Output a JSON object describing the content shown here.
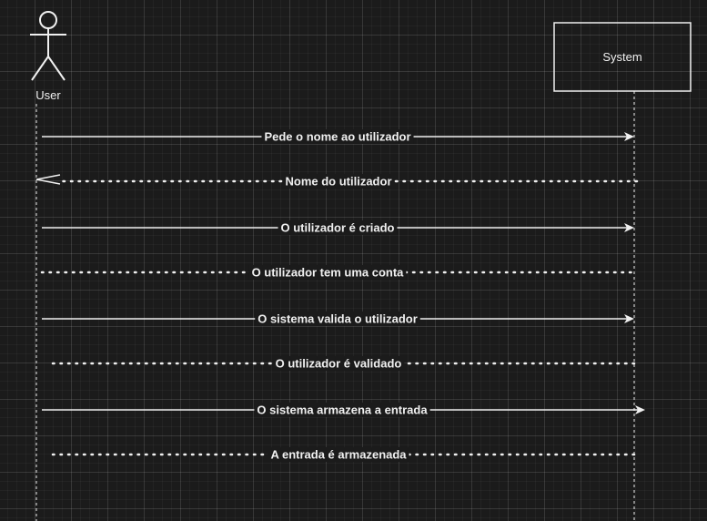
{
  "participants": {
    "user": {
      "label": "User",
      "kind": "actor"
    },
    "system": {
      "label": "System",
      "kind": "box"
    }
  },
  "messages": [
    {
      "label": "Pede o nome ao utilizador",
      "from": "user",
      "to": "system",
      "style": "solid",
      "arrowhead": "filled"
    },
    {
      "label": "Nome do utilizador",
      "from": "system",
      "to": "user",
      "style": "dotted",
      "arrowhead": "open"
    },
    {
      "label": "O utilizador é criado",
      "from": "user",
      "to": "system",
      "style": "solid",
      "arrowhead": "filled"
    },
    {
      "label": "O utilizador tem uma conta",
      "from": "user",
      "to": "system",
      "style": "dotted",
      "arrowhead": "none"
    },
    {
      "label": "O sistema valida o utilizador",
      "from": "user",
      "to": "system",
      "style": "solid",
      "arrowhead": "filled"
    },
    {
      "label": "O utilizador é validado",
      "from": "user",
      "to": "system",
      "style": "dotted",
      "arrowhead": "none"
    },
    {
      "label": "O sistema armazena a entrada",
      "from": "user",
      "to": "system",
      "style": "solid",
      "arrowhead": "filled"
    },
    {
      "label": "A entrada é armazenada",
      "from": "user",
      "to": "system",
      "style": "dotted",
      "arrowhead": "none"
    }
  ],
  "colors": {
    "background": "#1b1b1b",
    "stroke": "#f0f0f0",
    "text": "#f0f0f0"
  }
}
